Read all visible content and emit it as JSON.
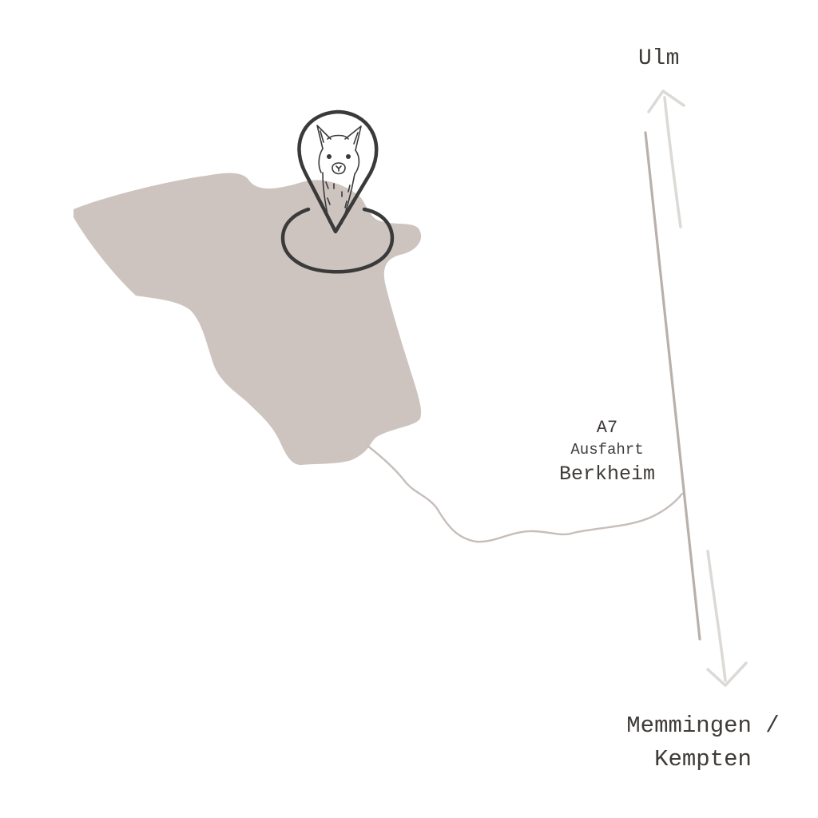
{
  "colors": {
    "background": "#ffffff",
    "area_fill": "#cdc4bf",
    "road_main": "#b9b0ab",
    "road_side": "#c7beb9",
    "arrow": "#dcd9d6",
    "pin_outline": "#3a3a3a",
    "text": "#3f3b39"
  },
  "icons": {
    "location_pin": "location-pin-icon",
    "alpaca": "alpaca-icon",
    "arrow_north": "arrow-up-icon",
    "arrow_south": "arrow-down-icon"
  },
  "labels": {
    "north_destination": "Ulm",
    "motorway": "A7",
    "exit_word": "Ausfahrt",
    "exit_name": "Berkheim",
    "south_destination_line1": "Memmingen /",
    "south_destination_line2": "Kempten"
  }
}
